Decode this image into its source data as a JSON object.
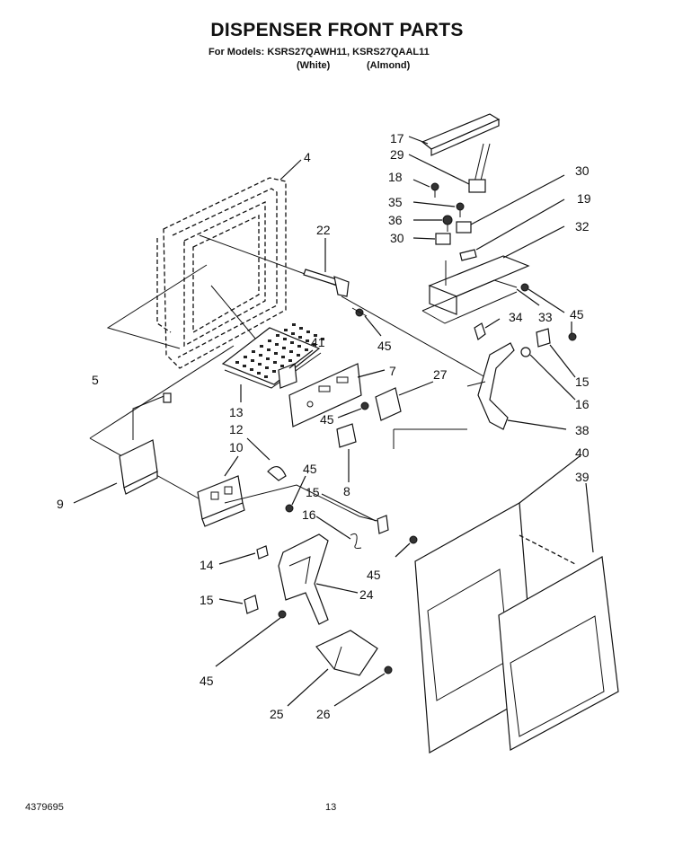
{
  "header": {
    "title": "DISPENSER FRONT PARTS",
    "models": "For Models: KSRS27QAWH11, KSRS27QAAL11",
    "variant_white": "(White)",
    "variant_almond": "(Almond)"
  },
  "footer": {
    "doc_number": "4379695",
    "page_number": "13"
  },
  "part_numbers": {
    "p4": "4",
    "p5": "5",
    "p7": "7",
    "p8": "8",
    "p9": "9",
    "p10": "10",
    "p12": "12",
    "p13": "13",
    "p14": "14",
    "p15a": "15",
    "p15b": "15",
    "p15c": "15",
    "p16a": "16",
    "p16b": "16",
    "p17": "17",
    "p18": "18",
    "p19": "19",
    "p22": "22",
    "p24": "24",
    "p25": "25",
    "p26": "26",
    "p27": "27",
    "p29": "29",
    "p30a": "30",
    "p30b": "30",
    "p32": "32",
    "p33": "33",
    "p34": "34",
    "p35": "35",
    "p36": "36",
    "p38": "38",
    "p39": "39",
    "p40": "40",
    "p41": "41",
    "p45a": "45",
    "p45b": "45",
    "p45c": "45",
    "p45d": "45",
    "p45e": "45",
    "p45f": "45"
  }
}
